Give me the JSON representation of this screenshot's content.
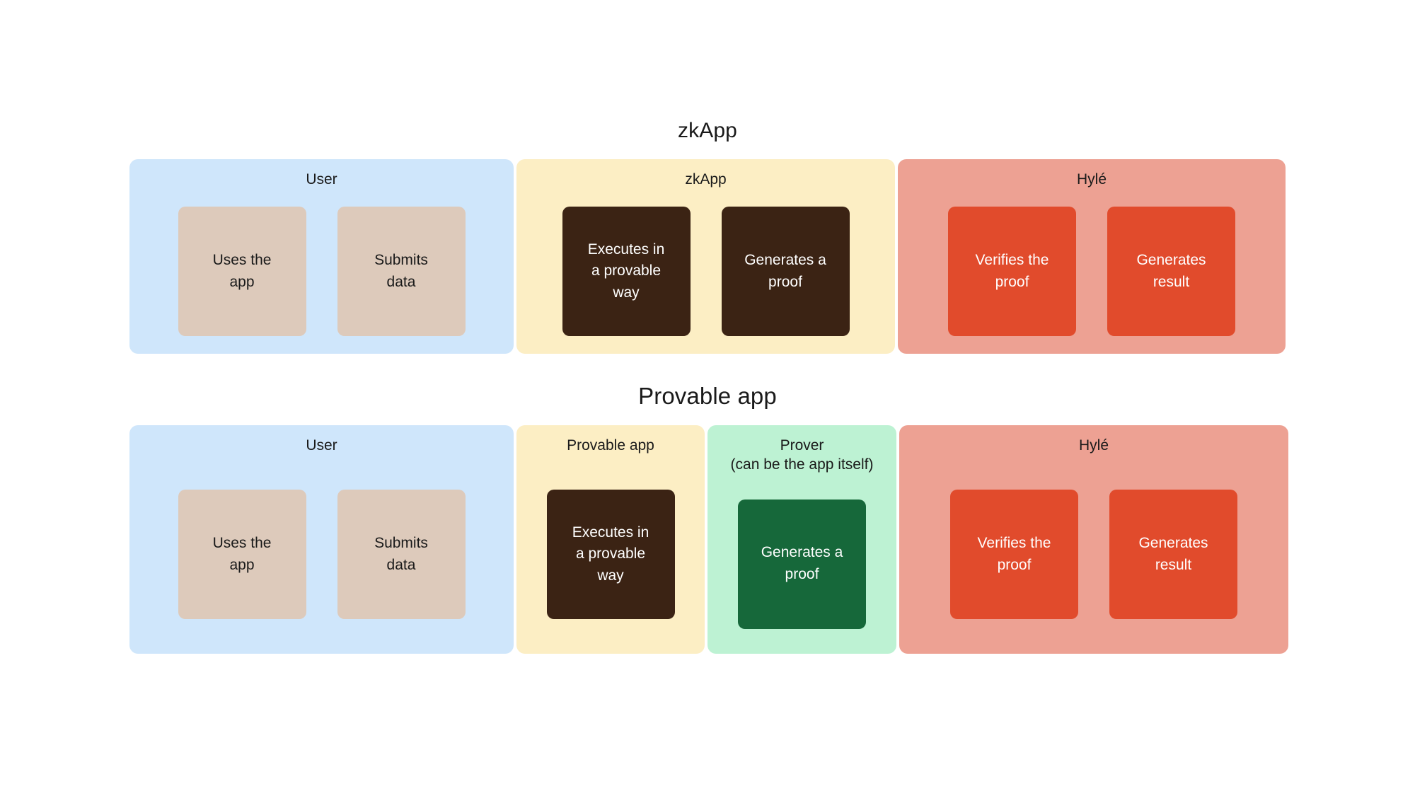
{
  "palette": {
    "background": "#ffffff",
    "text_dark": "#1a1a1a",
    "lane_blue": "#cfe6fb",
    "lane_yellow": "#fceec4",
    "lane_red": "#eda193",
    "lane_green": "#bdf2d3",
    "card_tan": "#ddcabb",
    "card_brown": "#3b2314",
    "card_red": "#e14b2c",
    "card_green": "#16683a",
    "card_text_light": "#ffffff",
    "card_text_dark": "#1a1a1a"
  },
  "blocks": [
    {
      "id": "zkapp",
      "title": "zkApp",
      "lanes": [
        {
          "id": "user",
          "label": "User",
          "fill": "#cfe6fb",
          "cards": [
            {
              "id": "uses-the-app",
              "text": "Uses the\napp",
              "fill": "#ddcabb",
              "text_color": "#1a1a1a"
            },
            {
              "id": "submits-data",
              "text": "Submits\ndata",
              "fill": "#ddcabb",
              "text_color": "#1a1a1a"
            }
          ]
        },
        {
          "id": "zkapp",
          "label": "zkApp",
          "fill": "#fceec4",
          "cards": [
            {
              "id": "executes-provable",
              "text": "Executes in\na provable\nway",
              "fill": "#3b2314",
              "text_color": "#ffffff"
            },
            {
              "id": "generates-proof",
              "text": "Generates a\nproof",
              "fill": "#3b2314",
              "text_color": "#ffffff"
            }
          ]
        },
        {
          "id": "hyle",
          "label": "Hylé",
          "fill": "#eda193",
          "cards": [
            {
              "id": "verifies-proof",
              "text": "Verifies the\nproof",
              "fill": "#e14b2c",
              "text_color": "#ffffff"
            },
            {
              "id": "generates-result",
              "text": "Generates\nresult",
              "fill": "#e14b2c",
              "text_color": "#ffffff"
            }
          ]
        }
      ]
    },
    {
      "id": "provable-app",
      "title": "Provable app",
      "lanes": [
        {
          "id": "user",
          "label": "User",
          "fill": "#cfe6fb",
          "cards": [
            {
              "id": "uses-the-app",
              "text": "Uses the\napp",
              "fill": "#ddcabb",
              "text_color": "#1a1a1a"
            },
            {
              "id": "submits-data",
              "text": "Submits\ndata",
              "fill": "#ddcabb",
              "text_color": "#1a1a1a"
            }
          ]
        },
        {
          "id": "provable-app",
          "label": "Provable app",
          "fill": "#fceec4",
          "cards": [
            {
              "id": "executes-provable",
              "text": "Executes in\na provable\nway",
              "fill": "#3b2314",
              "text_color": "#ffffff"
            }
          ]
        },
        {
          "id": "prover",
          "label": "Prover\n(can be the app itself)",
          "fill": "#bdf2d3",
          "cards": [
            {
              "id": "generates-proof",
              "text": "Generates a\nproof",
              "fill": "#16683a",
              "text_color": "#ffffff"
            }
          ]
        },
        {
          "id": "hyle",
          "label": "Hylé",
          "fill": "#eda193",
          "cards": [
            {
              "id": "verifies-proof",
              "text": "Verifies the\nproof",
              "fill": "#e14b2c",
              "text_color": "#ffffff"
            },
            {
              "id": "generates-result",
              "text": "Generates\nresult",
              "fill": "#e14b2c",
              "text_color": "#ffffff"
            }
          ]
        }
      ]
    }
  ]
}
